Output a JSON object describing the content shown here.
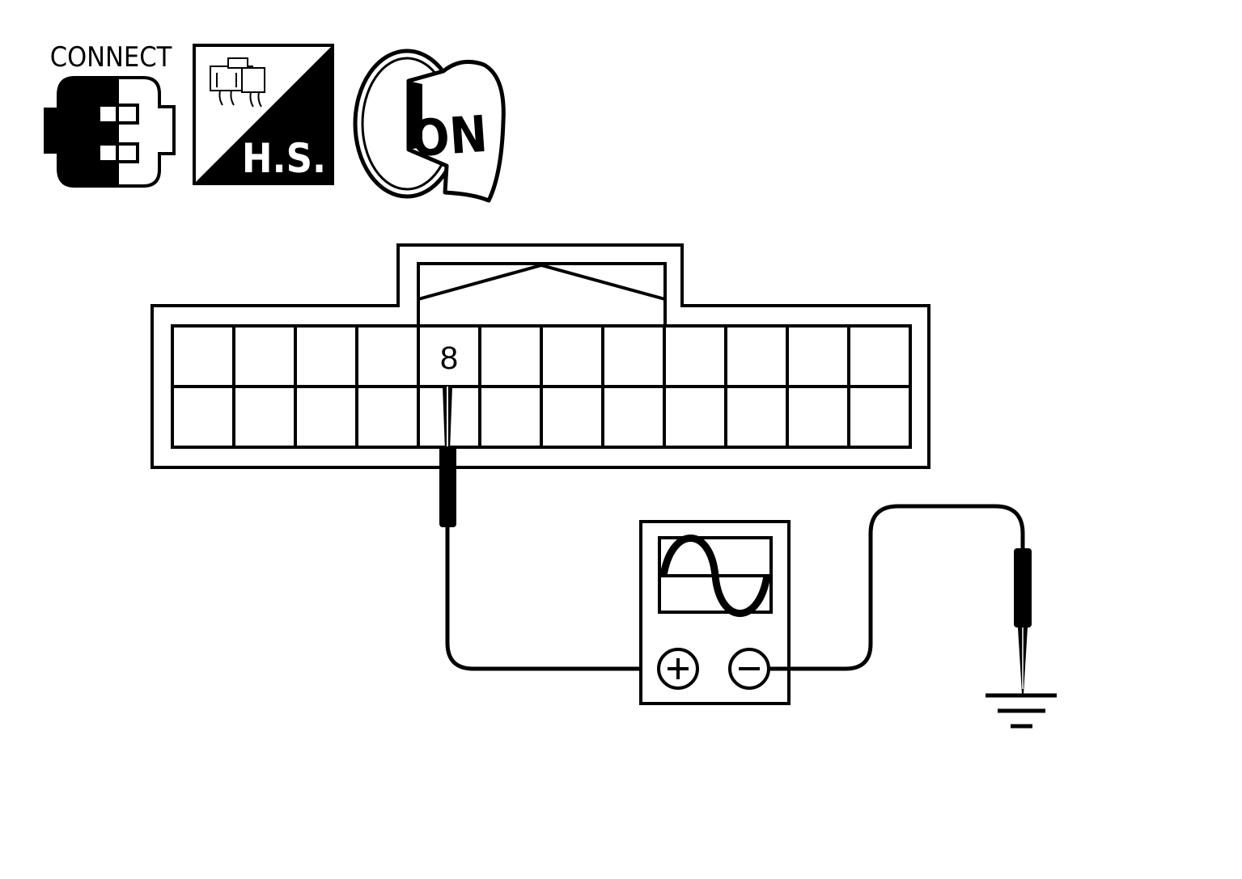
{
  "icons": {
    "connect_label": "CONNECT",
    "harness_side_label": "H.S.",
    "ignition_key_label": "ON",
    "connect_icon_name": "connector-connect-icon",
    "harness_icon_name": "harness-side-icon",
    "ignition_icon_name": "ignition-key-on-icon"
  },
  "connector": {
    "terminal_label": "8",
    "rows": 2,
    "columns": 12
  },
  "instrument": {
    "name": "oscilloscope-icon",
    "positive_symbol": "+",
    "negative_symbol": "−"
  },
  "ground": {
    "name": "ground-symbol-icon"
  },
  "colors": {
    "line": "#000000",
    "background": "#ffffff"
  }
}
